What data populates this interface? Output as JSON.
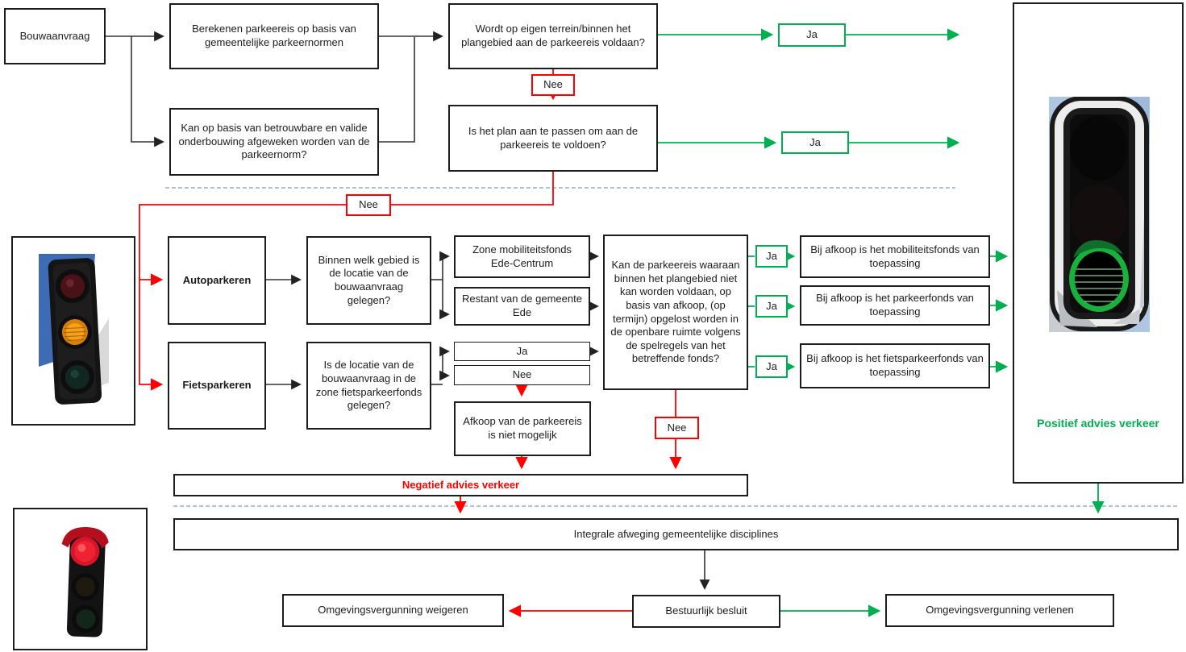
{
  "labels": {
    "ja": "Ja",
    "nee": "Nee"
  },
  "nodes": {
    "bouwaanvraag": "Bouwaanvraag",
    "berekenen": "Berekenen parkeereis op basis van gemeentelijke parkeernormen",
    "afwijken": "Kan op basis van betrouwbare en valide onderbouwing afgeweken worden van de parkeernorm?",
    "eigen_terrein": "Wordt op eigen terrein/binnen het plangebied aan de parkeereis voldaan?",
    "plan_aanpassen": "Is het plan aan te passen om aan de parkeereis te voldoen?",
    "autoparkeren": "Autoparkeren",
    "fietsparkeren": "Fietsparkeren",
    "binnen_welk_gebied": "Binnen welk gebied is de locatie van de bouwaanvraag gelegen?",
    "locatie_fietszone": "Is de locatie van de bouwaanvraag in de zone fietsparkeerfonds gelegen?",
    "zone_mobiliteitsfonds": "Zone mobiliteitsfonds Ede-Centrum",
    "restant_gemeente": "Restant van de gemeente Ede",
    "afkoop_vraag": "Kan de parkeereis waaraan binnen het plangebied niet kan worden voldaan, op basis van afkoop, (op termijn) opgelost worden in de openbare ruimte volgens de spelregels van het betreffende fonds?",
    "mobiliteitsfonds": "Bij afkoop is het mobiliteitsfonds van toepassing",
    "parkeerfonds": "Bij afkoop is het parkeerfonds van toepassing",
    "fietsparkeerfonds": "Bij afkoop is het fietsparkeerfonds van toepassing",
    "afkoop_niet_mogelijk": "Afkoop van de parkeereis is niet mogelijk",
    "negatief_advies": "Negatief advies verkeer",
    "positief_advies": "Positief advies verkeer",
    "integrale_afweging": "Integrale afweging gemeentelijke disciplines",
    "bestuurlijk_besluit": "Bestuurlijk besluit",
    "vergunning_weigeren": "Omgevingsvergunning weigeren",
    "vergunning_verlenen": "Omgevingsvergunning verlenen"
  },
  "images": {
    "green_light": "traffic-light-green",
    "amber_light": "traffic-light-amber",
    "red_light": "traffic-light-red"
  },
  "colors": {
    "positive": "#00b050",
    "negative": "#ff0000",
    "connector": "#333333",
    "divider": "#7b9cc9"
  }
}
